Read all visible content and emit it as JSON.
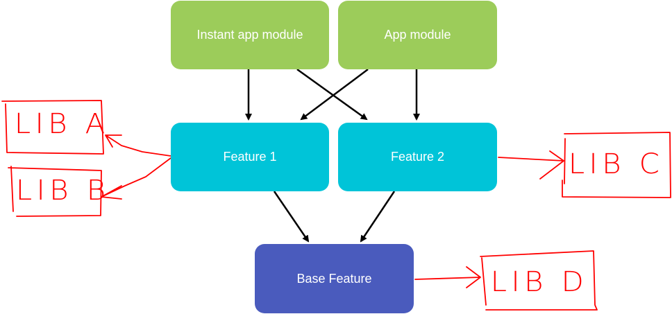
{
  "modules": {
    "instant_app": "Instant app module",
    "app": "App module",
    "feature1": "Feature 1",
    "feature2": "Feature 2",
    "base": "Base Feature"
  },
  "libraries": {
    "lib_a": "LIB A",
    "lib_b": "LIB B",
    "lib_c": "LIB C",
    "lib_d": "LIB D"
  },
  "colors": {
    "app_modules": "#9ccc5a",
    "features": "#00c4d8",
    "base_feature": "#4a5bbd",
    "annotations": "#ff0000",
    "arrows": "#000000"
  }
}
